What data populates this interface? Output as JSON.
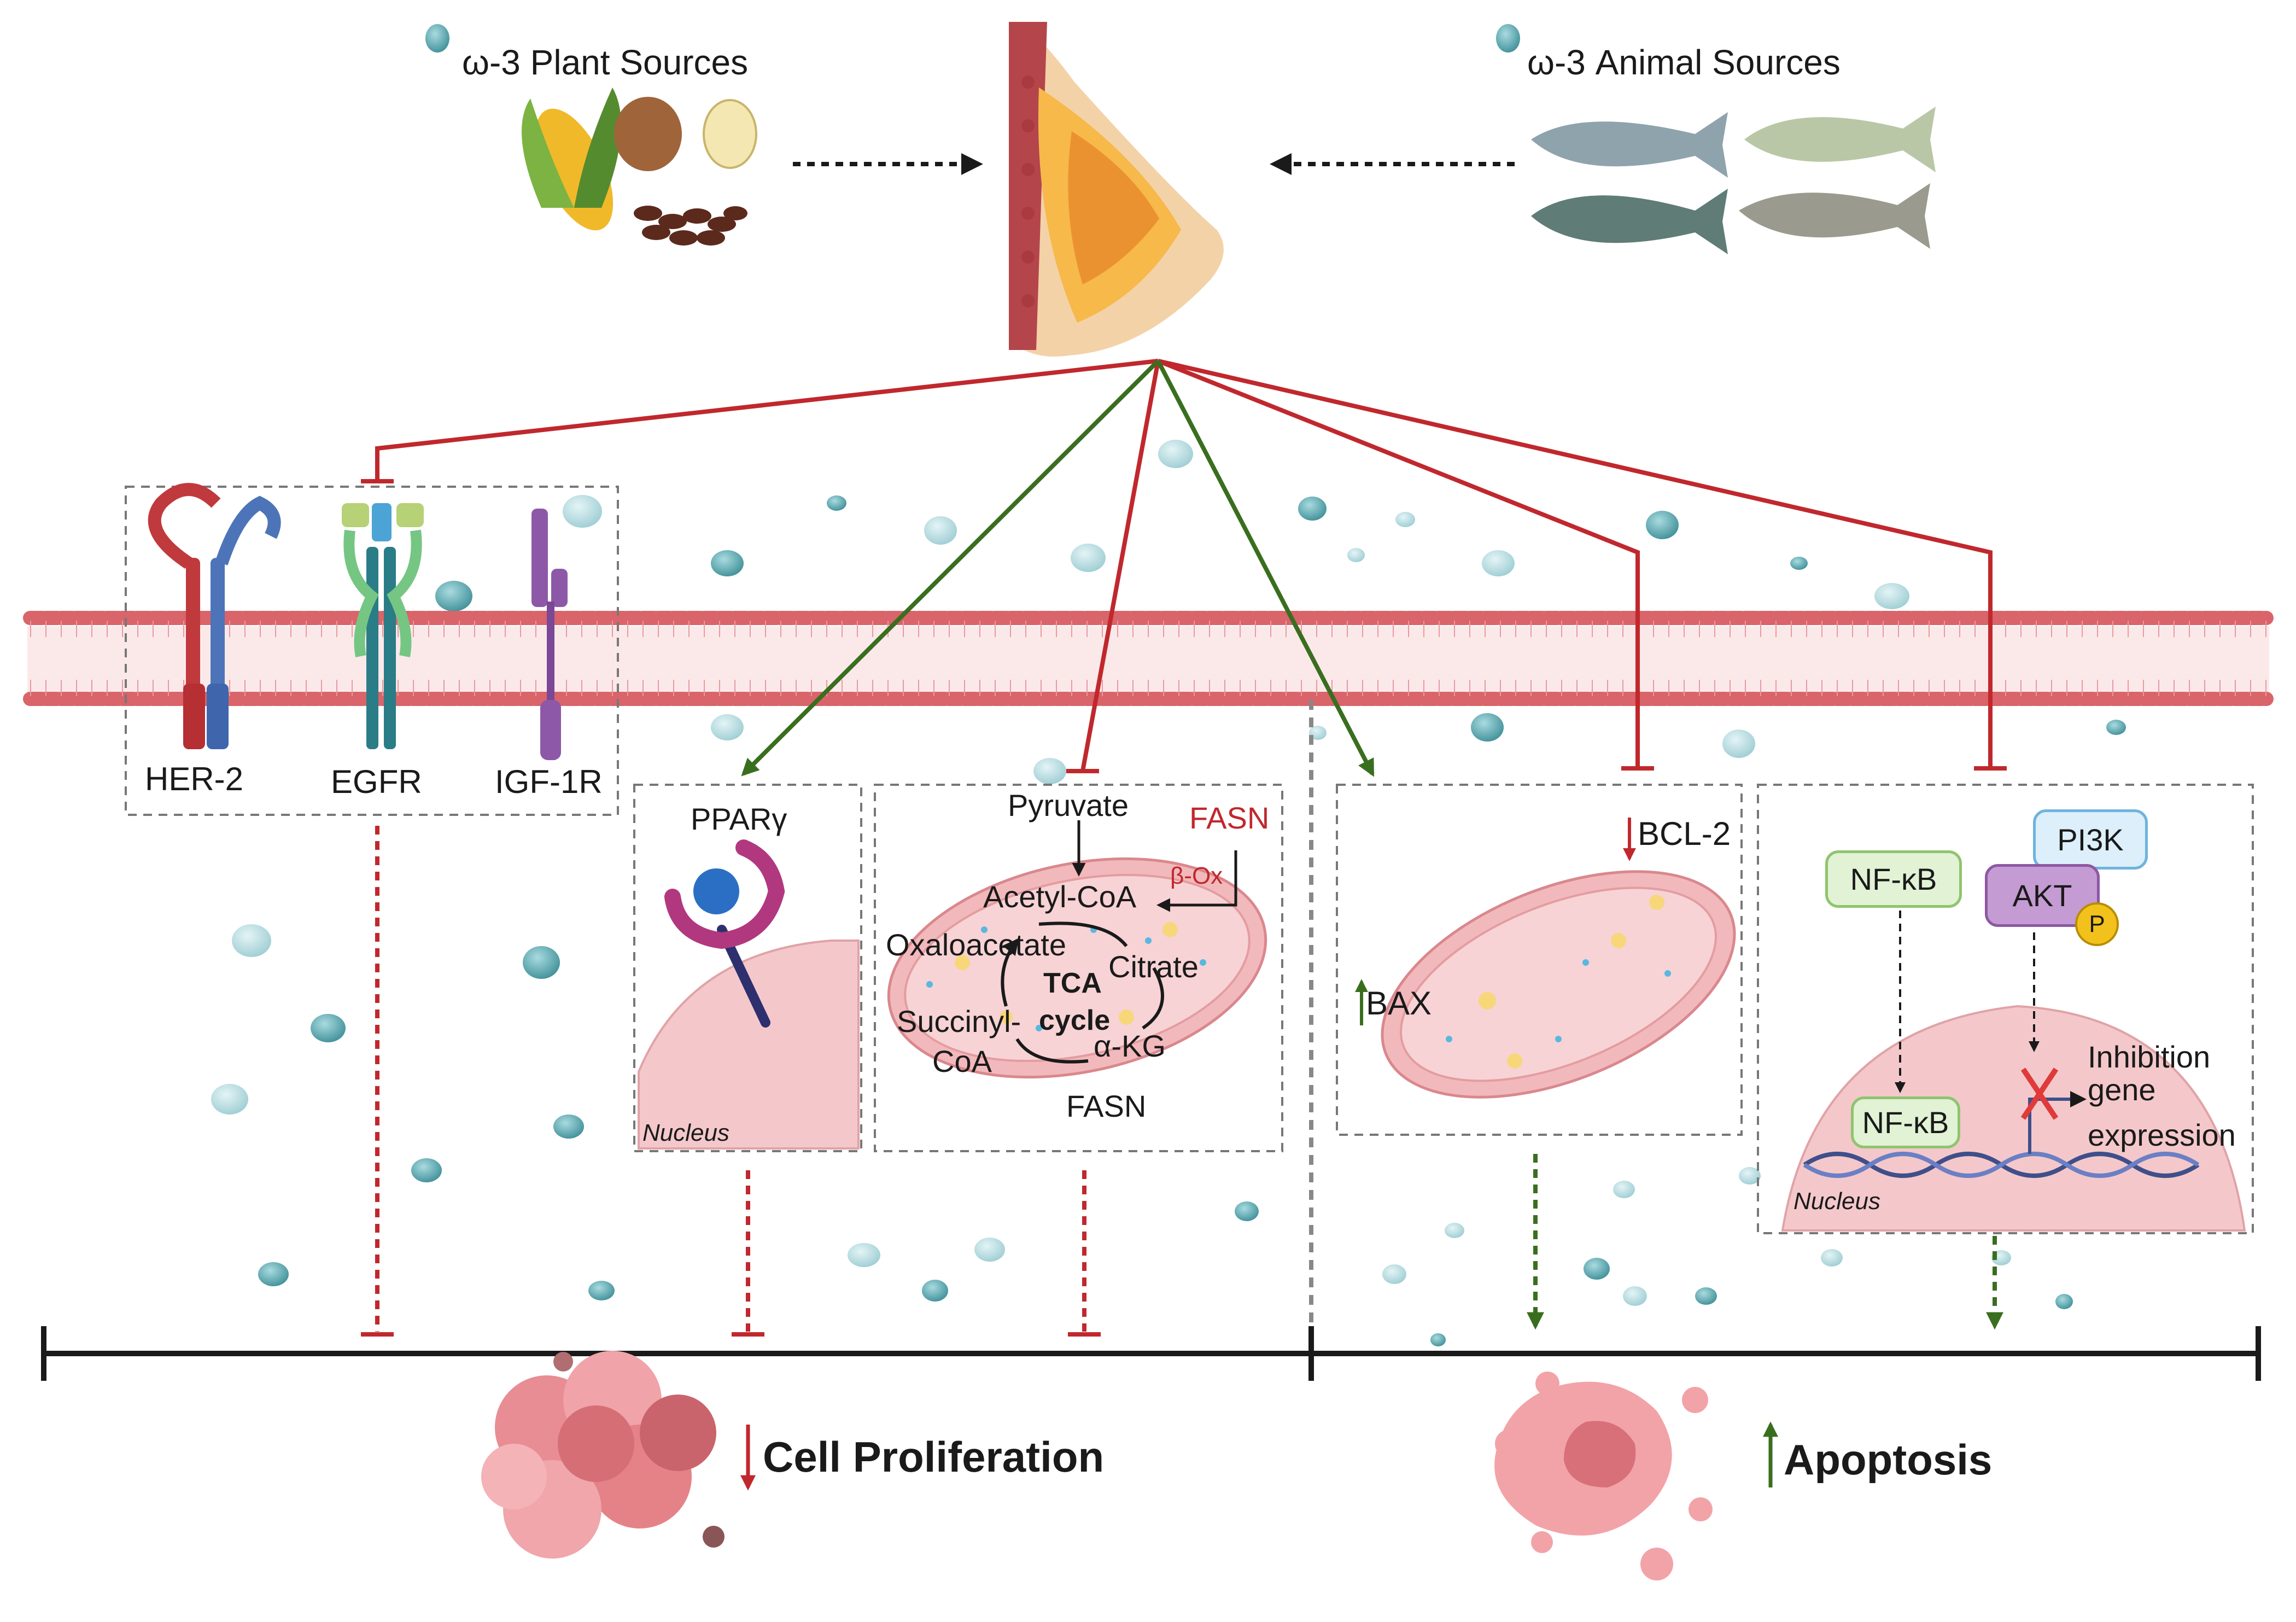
{
  "sources": {
    "plant": "ω-3 Plant Sources",
    "animal": "ω-3 Animal Sources"
  },
  "receptors": [
    "HER-2",
    "EGFR",
    "IGF-1R"
  ],
  "ppar": {
    "label": "PPARγ",
    "nucleus": "Nucleus"
  },
  "tca": {
    "pyruvate": "Pyruvate",
    "fasn_top": "FASN",
    "beta_ox": "β-Ox",
    "acetyl": "Acetyl-CoA",
    "oxaloacetate": "Oxaloacetate",
    "citrate": "Citrate",
    "tca": "TCA",
    "cycle": "cycle",
    "succinyl": "Succinyl-",
    "coa": "CoA",
    "akg": "α-KG",
    "fasn_bottom": "FASN"
  },
  "apoptosis_box": {
    "bcl2": "BCL-2",
    "bax": "BAX"
  },
  "signaling": {
    "nfkb_top": "NF-κB",
    "pi3k": "PI3K",
    "akt": "AKT",
    "p": "P",
    "nfkb_nucleus": "NF-κB",
    "inhibition": [
      "Inhibition",
      "gene",
      "expression"
    ],
    "nucleus": "Nucleus"
  },
  "outcomes": {
    "proliferation": "Cell Proliferation",
    "apoptosis": "Apoptosis"
  },
  "colors": {
    "inhibit": "#c0282d",
    "activate": "#3a6e1f",
    "membrane": "#d9646a",
    "droplet": "#5aa6ad",
    "nucleus": "#f4c8cb",
    "mito": "#f2b9bc"
  }
}
